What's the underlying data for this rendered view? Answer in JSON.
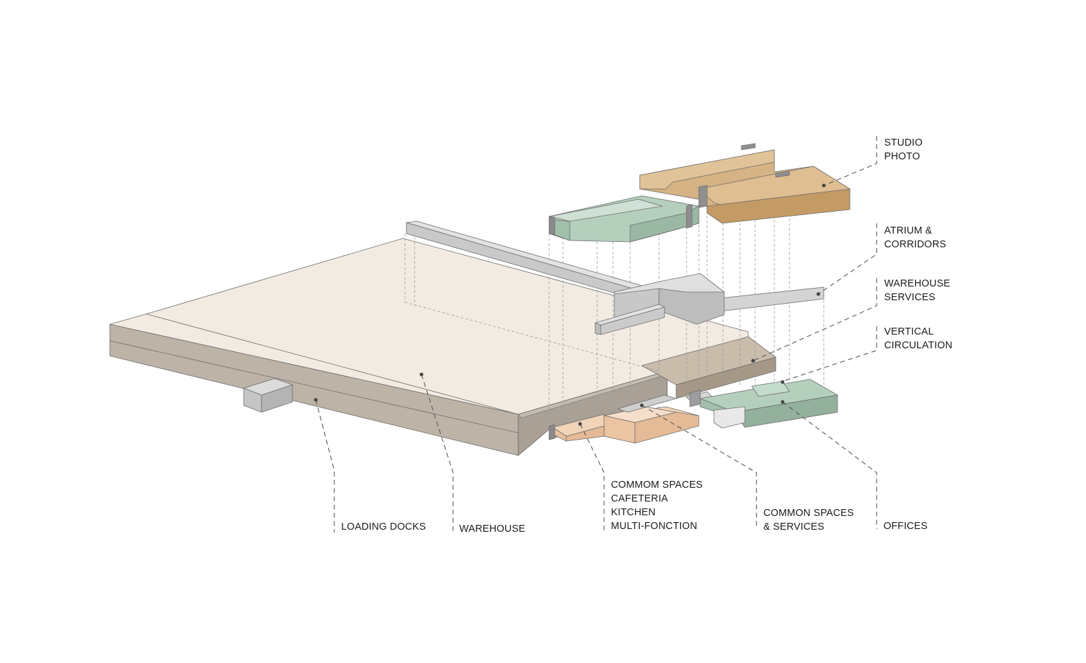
{
  "labels": {
    "studio": [
      "STUDIO",
      "PHOTO"
    ],
    "atrium": [
      "ATRIUM &",
      "CORRIDORS"
    ],
    "warehouse_services": [
      "WAREHOUSE",
      "SERVICES"
    ],
    "vertical": [
      "VERTICAL",
      "CIRCULATION"
    ],
    "offices": [
      "OFFICES"
    ],
    "common_services": [
      "COMMON SPACES",
      "& SERVICES"
    ],
    "commom": [
      "COMMOM SPACES",
      "CAFETERIA",
      "KITCHEN",
      "MULTI-FONCTION"
    ],
    "warehouse": [
      "WAREHOUSE"
    ],
    "loading": [
      "LOADING DOCKS"
    ]
  },
  "colors": {
    "warehouse_top": "#f2ebe1",
    "warehouse_side": "#bdb3a7",
    "warehouse_end": "#a9a096",
    "studio": "#d6b384",
    "offices": "#b5cfbd",
    "cafeteria": "#f2d4b8",
    "gray_volume": "#cfcfcf",
    "services": "#c9bcab"
  }
}
